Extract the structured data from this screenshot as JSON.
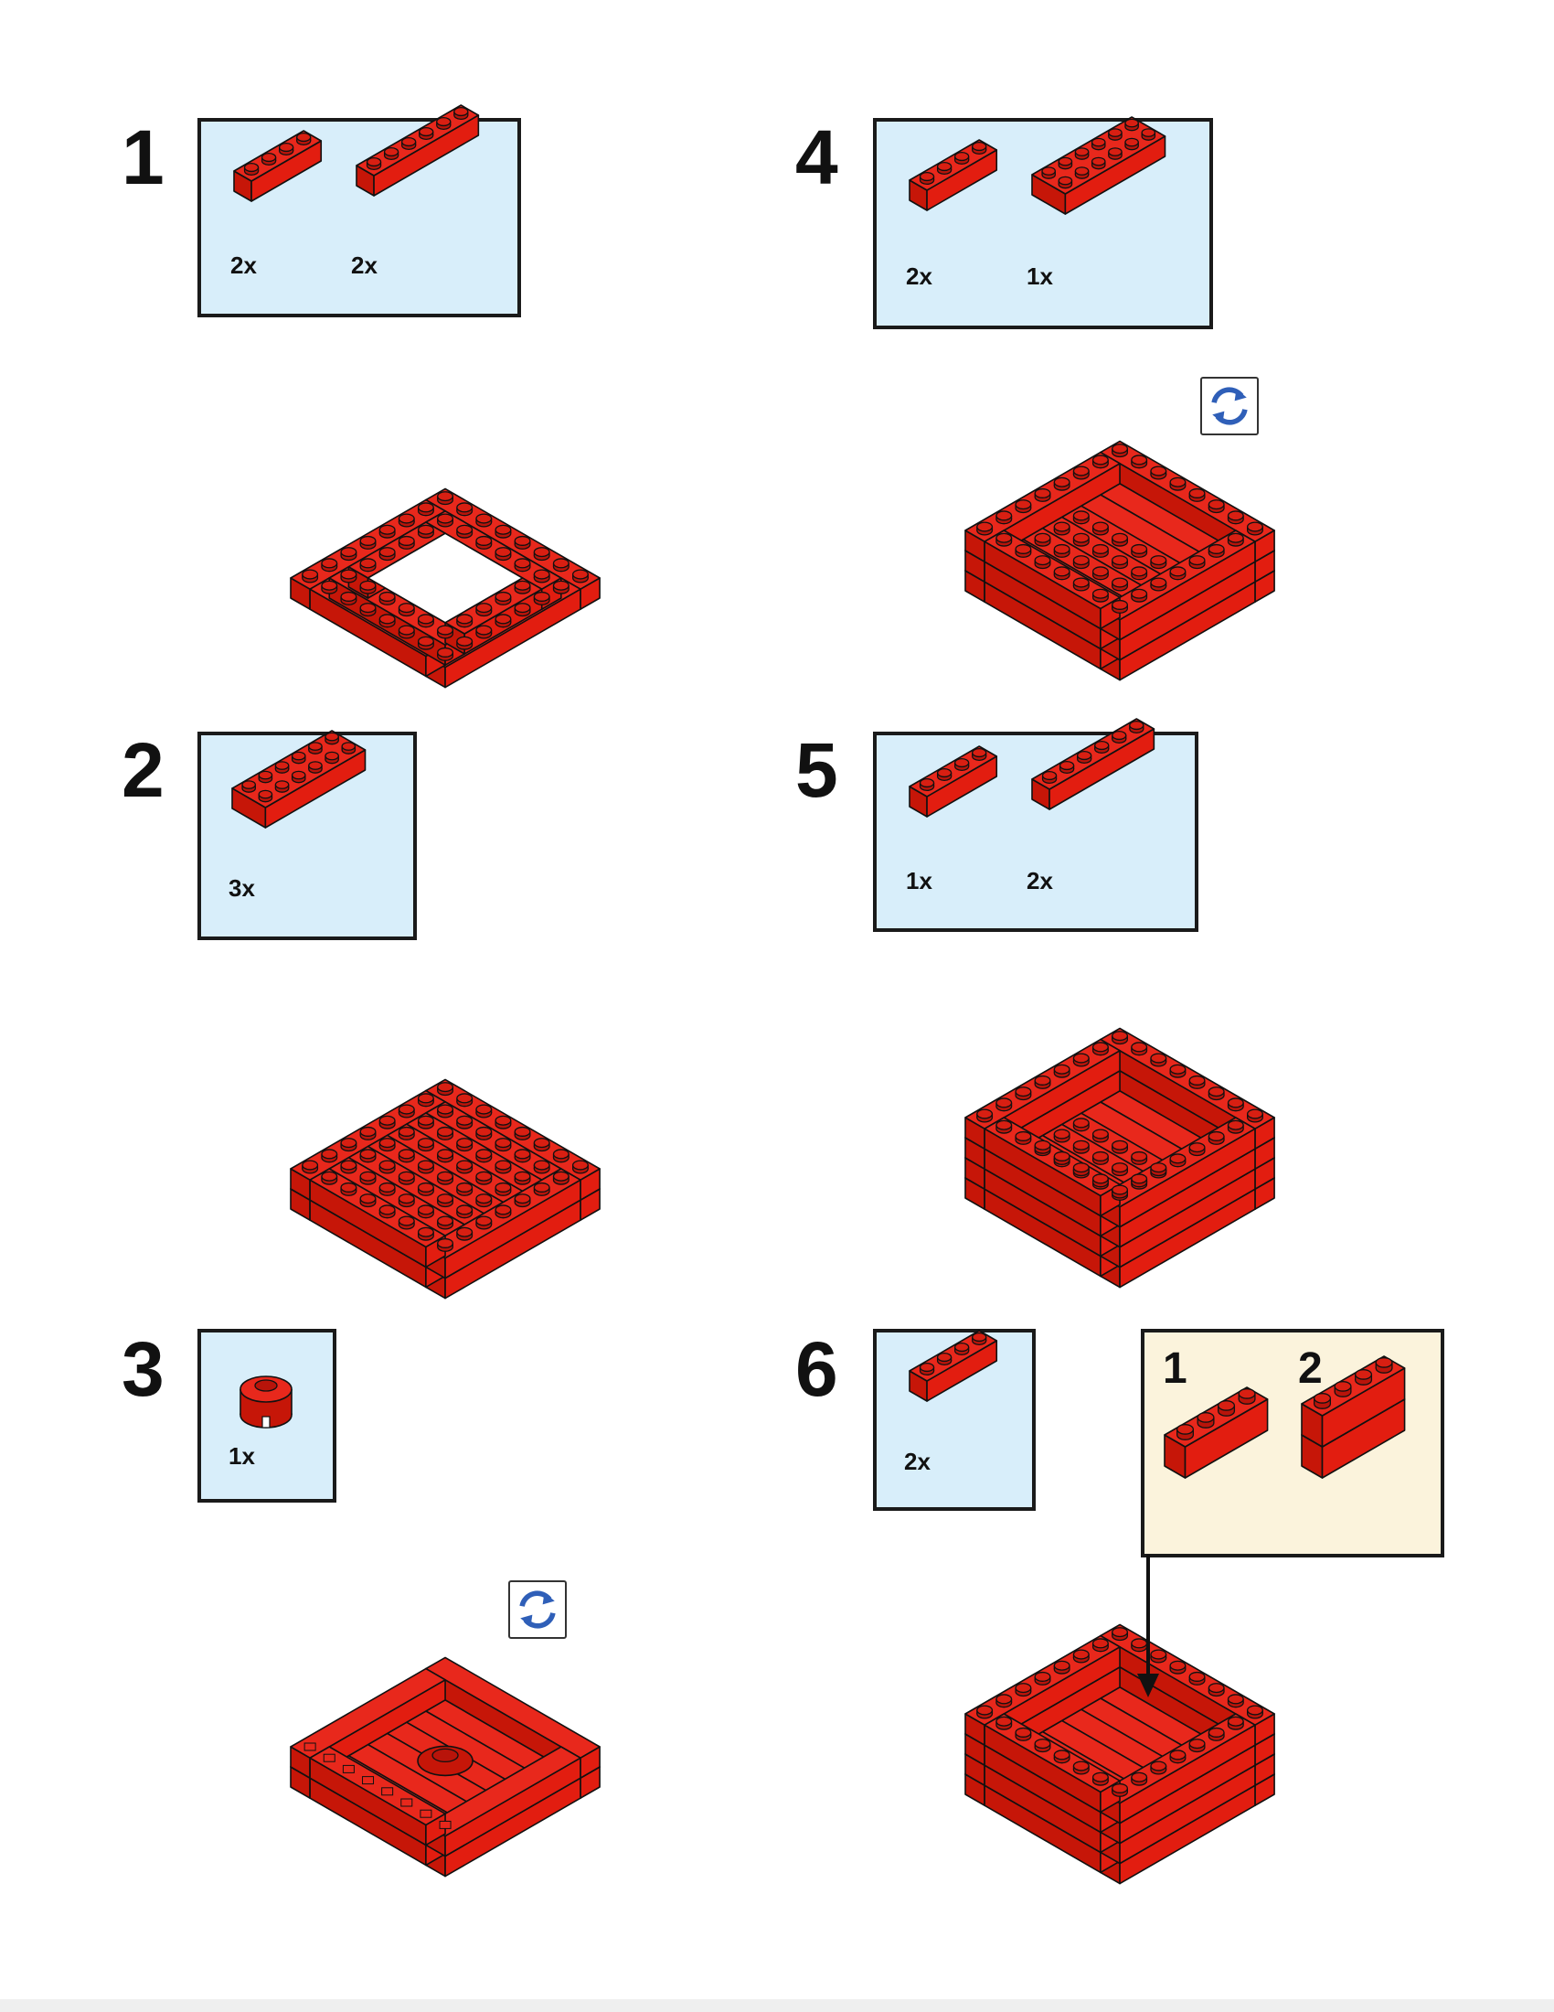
{
  "colors": {
    "brick": "#d71a0e",
    "panel": "#d8eefa",
    "subpanel": "#fbf3dc",
    "rotate": "#2f5fb8"
  },
  "steps": [
    {
      "number": "1",
      "parts": [
        {
          "piece": "brick-1x4",
          "qty": "2x"
        },
        {
          "piece": "brick-1x6",
          "qty": "2x"
        }
      ],
      "model": "square-ring-with-hole"
    },
    {
      "number": "2",
      "parts": [
        {
          "piece": "brick-2x6",
          "qty": "3x"
        }
      ],
      "model": "solid-block"
    },
    {
      "number": "3",
      "parts": [
        {
          "piece": "round-brick-2x2",
          "qty": "1x"
        }
      ],
      "model": "flipped-underside",
      "rotate_icon": "rotate-model-icon"
    },
    {
      "number": "4",
      "parts": [
        {
          "piece": "brick-1x4",
          "qty": "2x"
        },
        {
          "piece": "brick-2x6",
          "qty": "1x"
        }
      ],
      "model": "open-box-with-shelf",
      "rotate_icon": "rotate-model-icon"
    },
    {
      "number": "5",
      "parts": [
        {
          "piece": "brick-1x4",
          "qty": "1x"
        },
        {
          "piece": "brick-1x6",
          "qty": "2x"
        }
      ],
      "model": "tall-open-box"
    },
    {
      "number": "6",
      "parts": [
        {
          "piece": "brick-1x4",
          "qty": "2x"
        }
      ],
      "model": "box-with-walls",
      "sub_steps": [
        {
          "number": "1",
          "piece": "brick-1x4"
        },
        {
          "number": "2",
          "piece": "stacked-brick-1x4"
        }
      ]
    }
  ]
}
